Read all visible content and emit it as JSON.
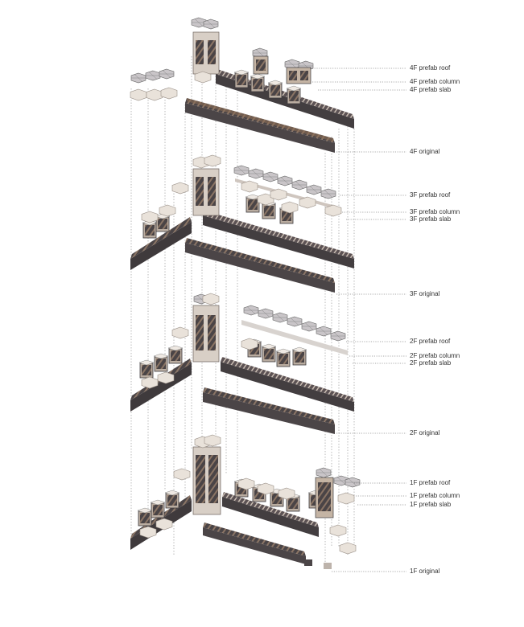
{
  "labels": {
    "f4_roof": "4F prefab roof",
    "f4_column": "4F prefab column",
    "f4_slab": "4F prefab slab",
    "f4_original": "4F original",
    "f3_roof": "3F prefab roof",
    "f3_column": "3F prefab column",
    "f3_slab": "3F prefab slab",
    "f3_original": "3F original",
    "f2_roof": "2F prefab roof",
    "f2_column": "2F prefab column",
    "f2_slab": "2F prefab slab",
    "f2_original": "2F original",
    "f1_roof": "1F prefab roof",
    "f1_column": "1F prefab column",
    "f1_slab": "1F prefab slab",
    "f1_original": "1F original"
  },
  "colors": {
    "slab_dark": "#3d3a3e",
    "slab_mid": "#6b6163",
    "wood": "#8b6d55",
    "beige": "#e6ddd3",
    "light": "#cfc6bf",
    "line": "#777777"
  }
}
